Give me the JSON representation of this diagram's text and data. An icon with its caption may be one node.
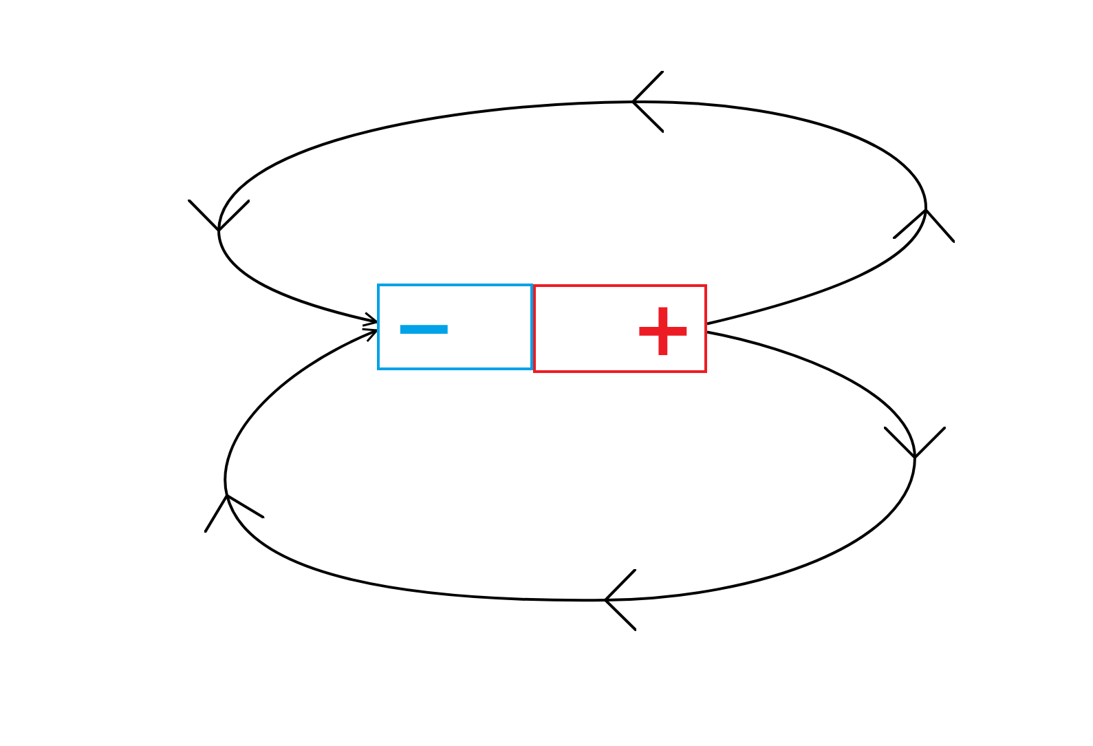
{
  "diagram": {
    "nodes": [
      {
        "text": [
          "−"
        ]
      },
      {
        "text": [
          "+"
        ]
      }
    ],
    "edges": [
      {
        "from": 1,
        "to": 0,
        "arrow": "to"
      },
      {
        "from": 1,
        "to": 0,
        "arrow": "to"
      }
    ]
  }
}
